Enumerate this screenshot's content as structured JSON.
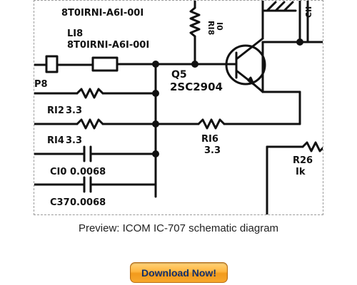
{
  "preview": {
    "labels": {
      "top_part": "8T0IRNI-A6I-00I",
      "l18_ref": "LI8",
      "l18_part": "8T0IRNI-A6I-00I",
      "p8": "P8",
      "r18_ref": "RI8",
      "r18_val": "I0",
      "q5_ref": "Q5",
      "q5_part": "2SC2904",
      "r12": "RI2",
      "r12_val": "3.3",
      "r14": "RI4",
      "r14_val": "3.3",
      "r16_ref": "RI6",
      "r16_val": "3.3",
      "c10": "CI0",
      "c10_val": "0.0068",
      "c37": "C37",
      "c37_val": "0.0068",
      "c11_ref": "CII",
      "r26_ref": "R26",
      "r26_val": "Ik"
    }
  },
  "caption": "Preview:  ICOM IC-707  schematic diagram",
  "download_button": {
    "label": "Download Now!"
  }
}
